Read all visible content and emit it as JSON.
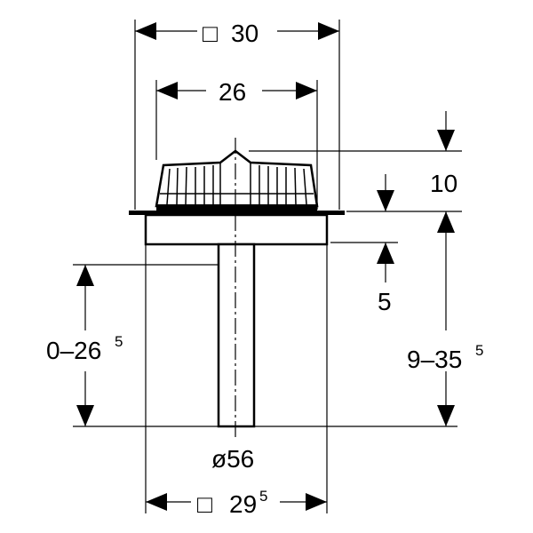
{
  "dimensions": {
    "outer_square": {
      "symbol": "□",
      "value": "30"
    },
    "cap_width": "26",
    "cap_height": "10",
    "body_height": "5",
    "pipe_range": {
      "base": "0–26",
      "sup": "5"
    },
    "total_range": {
      "base": "9–35",
      "sup": "5"
    },
    "pipe_diameter": "ø56",
    "inner_square": {
      "symbol": "□",
      "base": "29",
      "sup": "5"
    }
  },
  "colors": {
    "line": "#000000",
    "background": "#ffffff"
  }
}
